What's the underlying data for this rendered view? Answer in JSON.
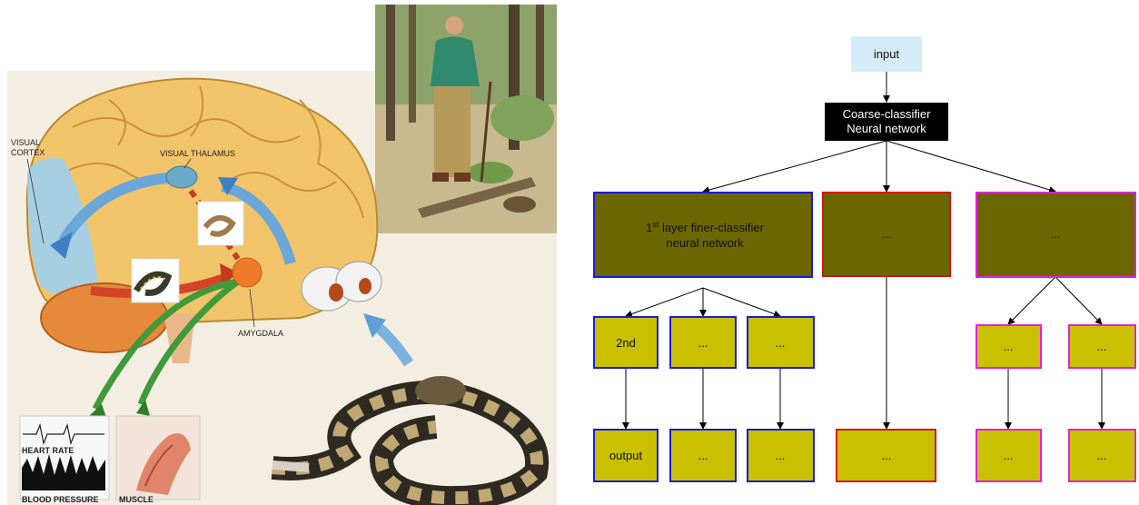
{
  "illustration": {
    "labels": {
      "visual_cortex_1": "VISUAL",
      "visual_cortex_2": "CORTEX",
      "visual_thalamus": "VISUAL THALAMUS",
      "amygdala": "AMYGDALA",
      "heart_rate": "HEART RATE",
      "blood_pressure": "BLOOD PRESSURE",
      "muscle": "MUSCLE"
    },
    "colors": {
      "brain": "#f2c46a",
      "cortex_blue": "#9fd0ef",
      "pathway_blue": "#6aa6d8",
      "pathway_red": "#d2452a",
      "pathway_green": "#3f9a3a",
      "amygdala": "#ef7a2a",
      "cerebellum": "#e58a3a"
    }
  },
  "flowchart": {
    "input": "input",
    "coarse_line1": "Coarse-classifier",
    "coarse_line2": "Neural network",
    "first_layer_sup": "st",
    "first_layer_pre": "1",
    "first_layer_line1": " layer finer-classifier",
    "first_layer_line2": "neural network",
    "ellipsis": "...",
    "second": "2nd",
    "output": "output",
    "colors": {
      "input_fill": "#d4ecf7",
      "coarse_fill": "#000000",
      "layer1_fill": "#6b6600",
      "leaf_fill": "#c9c100",
      "blue_border": "#1a1adb",
      "red_border": "#e01010",
      "magenta_border": "#e020e0"
    }
  }
}
